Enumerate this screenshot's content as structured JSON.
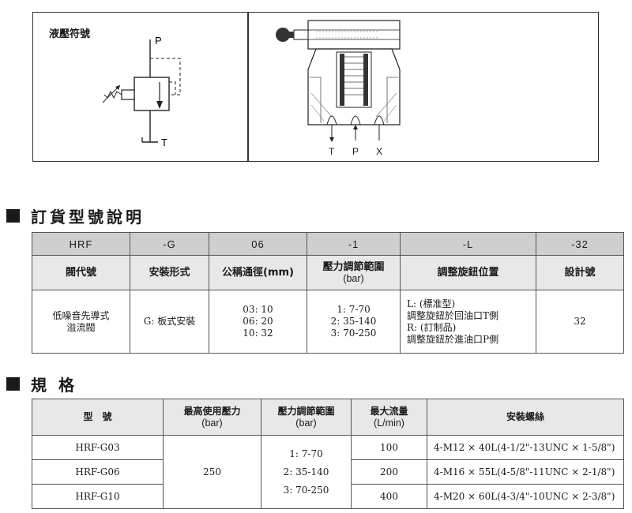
{
  "diagram": {
    "symbol_title": "液壓符號",
    "symbol_ports": {
      "p": "P",
      "t": "T"
    },
    "section_ports": [
      "T",
      "P",
      "X"
    ]
  },
  "ordering": {
    "heading": "訂貨型號說明",
    "codes": [
      "HRF",
      "-G",
      "06",
      "-1",
      "-L",
      "-32"
    ],
    "headers": [
      {
        "main": "閥代號",
        "sub": ""
      },
      {
        "main": "安裝形式",
        "sub": ""
      },
      {
        "main": "公稱通徑(mm)",
        "sub": ""
      },
      {
        "main": "壓力調節範圍",
        "sub": "(bar)"
      },
      {
        "main": "調整旋鈕位置",
        "sub": ""
      },
      {
        "main": "設計號",
        "sub": ""
      }
    ],
    "valve_name": [
      "低噪音先導式",
      "溢流閥"
    ],
    "mount": "G: 板式安裝",
    "sizes": [
      "03:  10",
      "06:  20",
      "10:  32"
    ],
    "pressure_ranges": [
      "1:  7-70",
      "2:  35-140",
      "3:  70-250"
    ],
    "knob_positions": [
      "L: (標准型)",
      "調整旋鈕於回油口T側",
      "R: (訂制品)",
      "調整旋鈕於進油口P側"
    ],
    "design_no": "32"
  },
  "specs": {
    "heading": "規 格",
    "headers": [
      {
        "main": "型　號",
        "sub": ""
      },
      {
        "main": "最高使用壓力",
        "sub": "(bar)"
      },
      {
        "main": "壓力調節範圍",
        "sub": "(bar)"
      },
      {
        "main": "最大流量",
        "sub": "(L/min)"
      },
      {
        "main": "安裝螺絲",
        "sub": ""
      }
    ],
    "max_pressure": "250",
    "pressure_ranges": [
      "1:  7-70",
      "2:  35-140",
      "3:  70-250"
    ],
    "rows": [
      {
        "model": "HRF-G03",
        "flow": "100",
        "bolts": "4-M12 × 40L(4-1/2\"-13UNC × 1-5/8\")"
      },
      {
        "model": "HRF-G06",
        "flow": "200",
        "bolts": "4-M16 × 55L(4-5/8\"-11UNC × 2-1/8\")"
      },
      {
        "model": "HRF-G10",
        "flow": "400",
        "bolts": "4-M20 × 60L(4-3/4\"-10UNC × 2-3/8\")"
      }
    ]
  }
}
